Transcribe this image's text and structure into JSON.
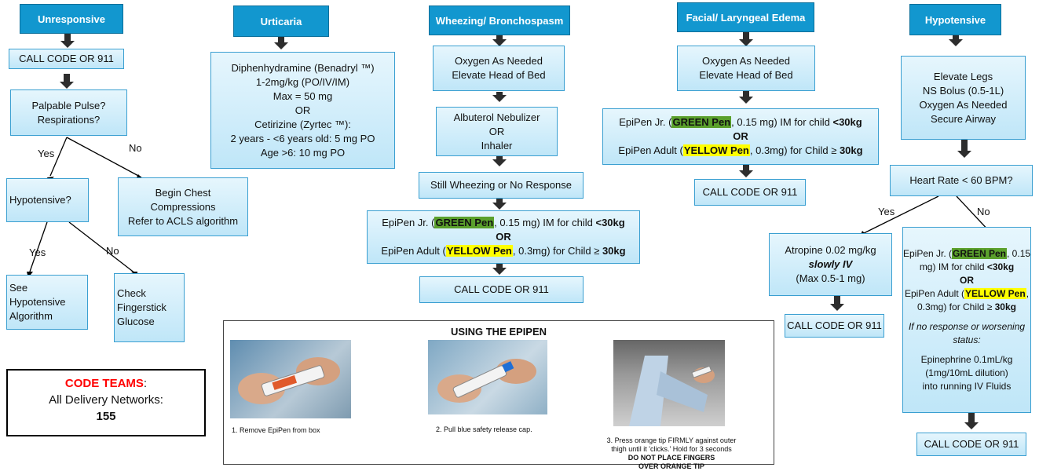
{
  "columns": {
    "unresponsive": {
      "header": "Unresponsive",
      "call": "CALL CODE OR 911",
      "pulse_q": [
        "Palpable Pulse?",
        "Respirations?"
      ],
      "yes": "Yes",
      "no": "No",
      "hypo_q": "Hypotensive?",
      "chest": [
        "Begin Chest",
        "Compressions",
        "Refer to ACLS algorithm"
      ],
      "yes2": "Yes",
      "no2": "No",
      "see": [
        "See",
        "Hypotensive",
        "Algorithm"
      ],
      "check": [
        "Check",
        "Fingerstick",
        "Glucose"
      ]
    },
    "urticaria": {
      "header": "Urticaria",
      "lines": [
        "Diphenhydramine (Benadryl ™)",
        "1-2mg/kg (PO/IV/IM)",
        "Max = 50 mg",
        "OR",
        "Cetirizine (Zyrtec ™):",
        "2 years - <6 years old: 5 mg PO",
        "Age >6: 10 mg PO"
      ]
    },
    "wheezing": {
      "header": "Wheezing/ Bronchospasm",
      "oxygen": [
        "Oxygen As Needed",
        "Elevate Head of Bed"
      ],
      "albuterol": [
        "Albuterol Nebulizer",
        "OR",
        "Inhaler"
      ],
      "still": "Still Wheezing or No Response",
      "epi": {
        "jr_pre": "EpiPen Jr. (",
        "jr_pen": "GREEN Pen",
        "jr_post": ", 0.15 mg) IM for child ",
        "jr_wt": "<30kg",
        "or": "OR",
        "ad_pre": "EpiPen Adult (",
        "ad_pen": "YELLOW Pen",
        "ad_post": ", 0.3mg) for Child ≥ ",
        "ad_wt": "30kg"
      },
      "call": "CALL CODE OR 911"
    },
    "facial": {
      "header": "Facial/ Laryngeal Edema",
      "oxygen": [
        "Oxygen As Needed",
        "Elevate Head of Bed"
      ],
      "epi": {
        "jr_pre": "EpiPen Jr. (",
        "jr_pen": "GREEN Pen",
        "jr_post": ", 0.15 mg) IM for child ",
        "jr_wt": "<30kg",
        "or": "OR",
        "ad_pre": "EpiPen Adult (",
        "ad_pen": "YELLOW Pen",
        "ad_post": ", 0.3mg) for Child ≥ ",
        "ad_wt": "30kg"
      },
      "call": "CALL CODE OR 911"
    },
    "hypotensive": {
      "header": "Hypotensive",
      "first": [
        "Elevate Legs",
        "NS Bolus (0.5-1L)",
        "Oxygen As Needed",
        "Secure Airway"
      ],
      "hr": "Heart Rate < 60 BPM?",
      "yes": "Yes",
      "no": "No",
      "atropine": [
        "Atropine 0.02 mg/kg",
        "slowly IV",
        "(Max 0.5-1 mg)"
      ],
      "call_left": "CALL CODE OR 911",
      "epi": {
        "l1_pre": "EpiPen Jr. (",
        "l1_pen": "GREEN Pen",
        "l1_post": ", 0.15",
        "l2_pre": "mg) IM for child ",
        "l2_wt": "<30kg",
        "or": "OR",
        "l4_pre": "EpiPen Adult (",
        "l4_pen": "YELLOW Pen",
        "l4_post": ",",
        "l5_pre": "0.3mg) for Child ≥ ",
        "l5_wt": "30kg",
        "noresp": [
          "If no response or worsening",
          "status:"
        ],
        "epi": [
          "Epinephrine 0.1mL/kg",
          "(1mg/10mL dilution)",
          "into running IV Fluids"
        ]
      },
      "call": "CALL CODE OR 911"
    }
  },
  "code_teams": {
    "label": "CODE TEAMS",
    "colon": ":",
    "line2": "All Delivery Networks:",
    "number": "155"
  },
  "epipen_panel": {
    "title": "USING THE EPIPEN",
    "step1": "1. Remove EpiPen from box",
    "step2": "2. Pull blue safety release cap.",
    "step3": [
      "3. Press orange tip FIRMLY against outer",
      "thigh until it 'clicks.' Hold for 3 seconds"
    ],
    "warning": [
      "DO NOT PLACE FINGERS",
      "OVER ORANGE TIP"
    ]
  },
  "colors": {
    "header_blue": "#1297cf",
    "box_border": "#3a9fd1",
    "green_pen": "#5aa02c",
    "yellow_pen": "#ffff00",
    "code_red": "#ff0000"
  }
}
